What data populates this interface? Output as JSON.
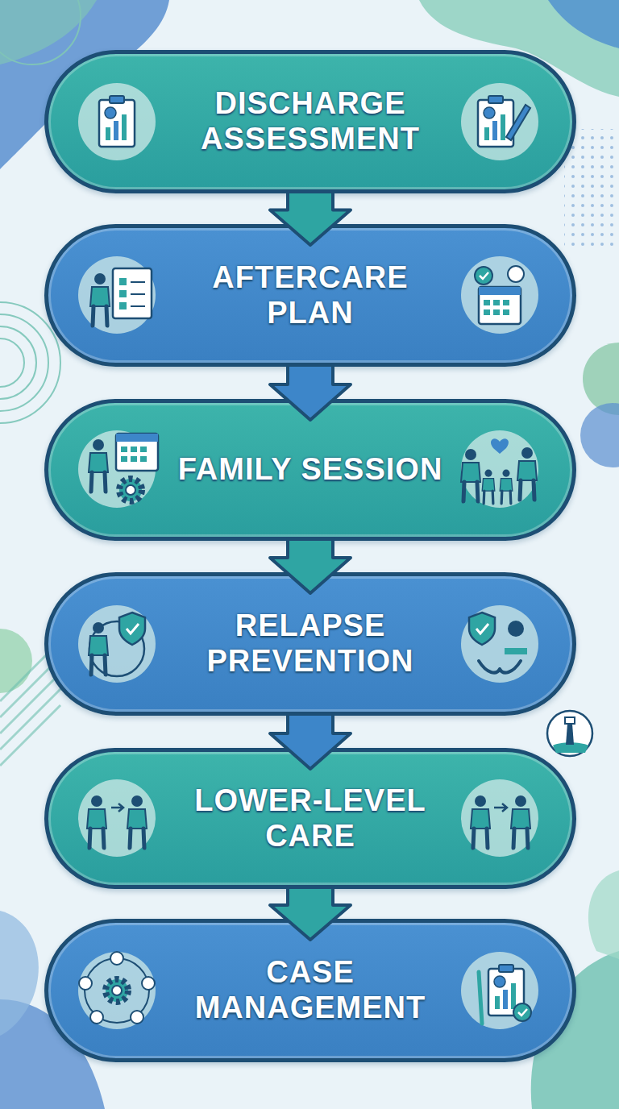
{
  "diagram": {
    "nodes": [
      {
        "text": [
          "DISCHARGE ASSESSMENT"
        ]
      },
      {
        "text": [
          "AFTERCARE PLAN"
        ]
      },
      {
        "text": [
          "FAMILY SESSION"
        ]
      },
      {
        "text": [
          "RELAPSE PREVENTION"
        ]
      },
      {
        "text": [
          "LOWER-LEVEL CARE"
        ]
      },
      {
        "text": [
          "CASE MANAGEMENT"
        ]
      }
    ],
    "edges": [
      {
        "from": 0,
        "to": 1,
        "arrow": "to"
      },
      {
        "from": 1,
        "to": 2,
        "arrow": "to"
      },
      {
        "from": 2,
        "to": 3,
        "arrow": "to"
      },
      {
        "from": 3,
        "to": 4,
        "arrow": "to"
      },
      {
        "from": 4,
        "to": 5,
        "arrow": "to"
      }
    ]
  }
}
